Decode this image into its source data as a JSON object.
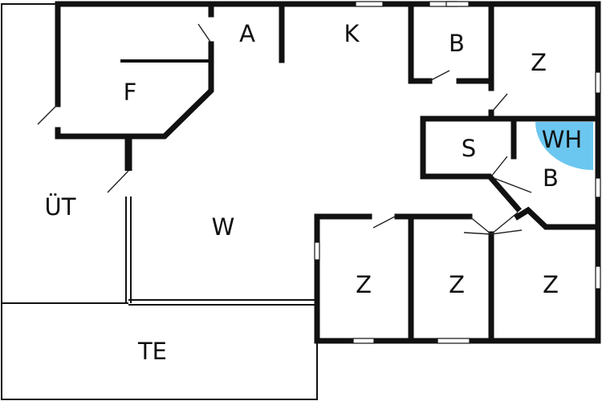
{
  "rooms": {
    "a": "A",
    "k": "K",
    "b_top": "B",
    "z_top_right": "Z",
    "f": "F",
    "s": "S",
    "wh": "WH",
    "b_right": "B",
    "ut": "ÜT",
    "w": "W",
    "z_bottom_1": "Z",
    "z_bottom_2": "Z",
    "z_bottom_3": "Z",
    "te": "TE"
  },
  "colors": {
    "wall": "#111111",
    "background": "#ffffff",
    "whirlpool": "#6cc7f0"
  }
}
